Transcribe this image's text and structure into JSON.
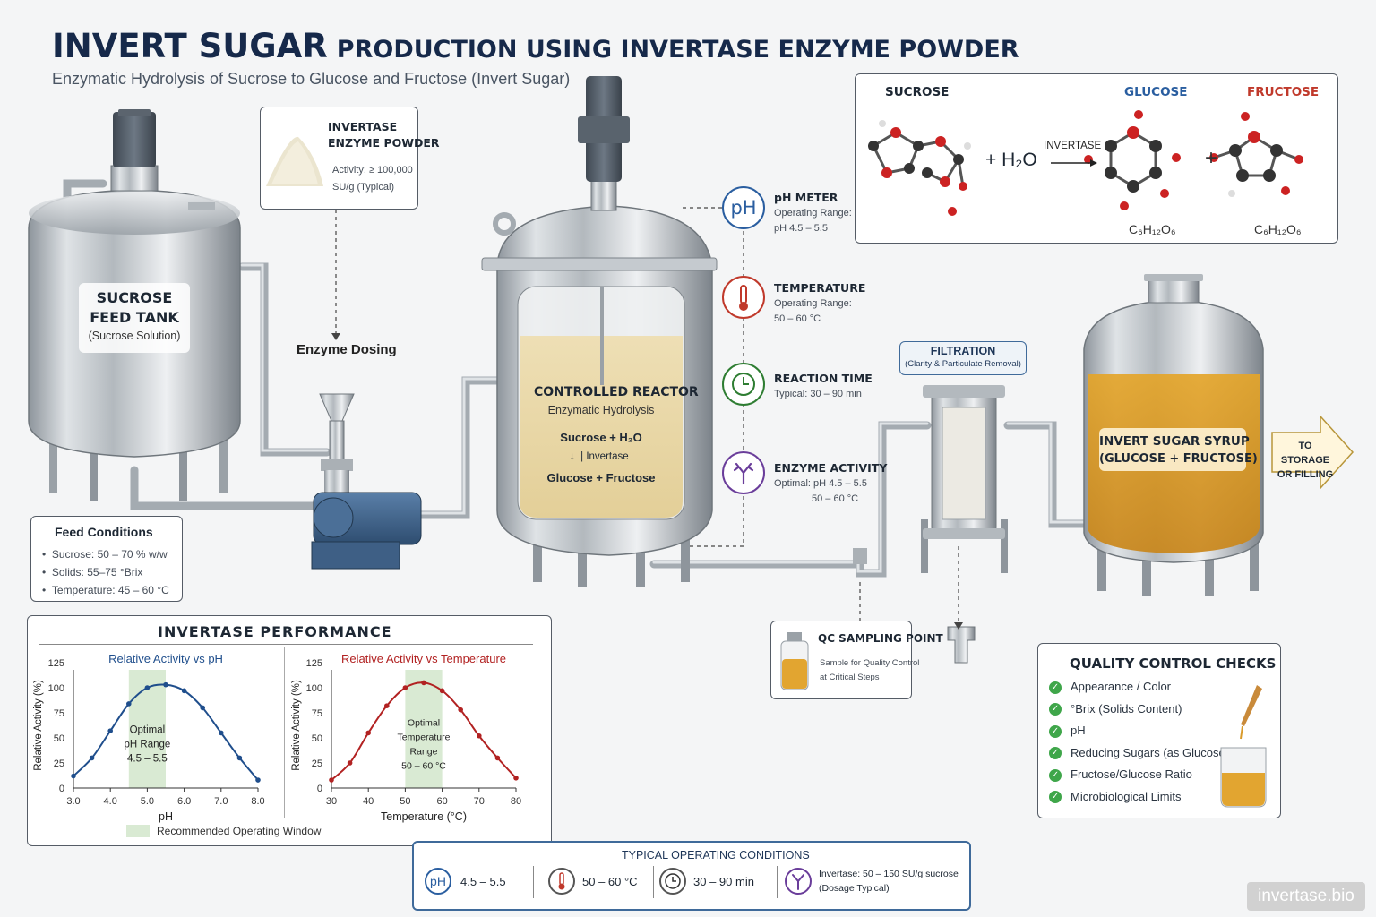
{
  "header": {
    "title_main": "INVERT SUGAR",
    "title_rest": "PRODUCTION USING INVERTASE ENZYME POWDER",
    "subtitle": "Enzymatic Hydrolysis of Sucrose to Glucose and Fructose (Invert Sugar)"
  },
  "feed_tank": {
    "title_line1": "SUCROSE",
    "title_line2": "FEED TANK",
    "sub": "(Sucrose Solution)"
  },
  "enzyme_box": {
    "title_line1": "INVERTASE",
    "title_line2": "ENZYME POWDER",
    "activity_line1": "Activity: ≥ 100,000",
    "activity_line2": "SU/g (Typical)"
  },
  "enzyme_dosing": "Enzyme Dosing",
  "feed_conditions": {
    "title": "Feed Conditions",
    "items": [
      "Sucrose: 50 – 70 % w/w",
      "Solids: 55–75 °Brix",
      "Temperature: 45 – 60 °C"
    ]
  },
  "reactor": {
    "title": "CONTROLLED REACTOR",
    "sub": "Enzymatic Hydrolysis",
    "reaction_left": "Sucrose + H₂O",
    "catalyst": "Invertase",
    "product": "Glucose + Fructose"
  },
  "monitors": [
    {
      "icon": "pH",
      "title": "pH METER",
      "line1": "Operating Range:",
      "line2": "pH 4.5 – 5.5",
      "color": "#2a5ea0"
    },
    {
      "icon": "",
      "title": "TEMPERATURE",
      "line1": "Operating Range:",
      "line2": "50 – 60 °C",
      "color": "#c0392b"
    },
    {
      "icon": "",
      "title": "REACTION TIME",
      "line1": "Typical: 30 – 90 min",
      "line2": "",
      "color": "#2e7d32"
    },
    {
      "icon": "",
      "title": "ENZYME ACTIVITY",
      "line1": "Optimal: pH 4.5 – 5.5",
      "line2": "50 – 60 °C",
      "color": "#6a3d9a"
    }
  ],
  "equation": {
    "sucrose": "SUCROSE",
    "glucose": "GLUCOSE",
    "fructose": "FRUCTOSE",
    "plus1": "+ H₂O",
    "enzyme": "INVERTASE",
    "plus2": "+",
    "glucose_formula": "C₆H₁₂O₆",
    "fructose_formula": "C₆H₁₂O₆",
    "glucose_color": "#2a5ea0",
    "fructose_color": "#c0392b"
  },
  "filtration": {
    "title": "FILTRATION",
    "sub": "(Clarity & Particulate Removal)"
  },
  "syrup": {
    "line1": "INVERT SUGAR SYRUP",
    "line2": "(GLUCOSE + FRUCTOSE)"
  },
  "storage_arrow": {
    "line1": "TO STORAGE",
    "line2": "OR FILLING"
  },
  "qc_point": {
    "title": "QC SAMPLING POINT",
    "line1": "Sample for Quality Control",
    "line2": "at Critical Steps"
  },
  "qc_checks": {
    "title": "QUALITY CONTROL CHECKS",
    "items": [
      "Appearance / Color",
      "°Brix (Solids Content)",
      "pH",
      "Reducing Sugars (as Glucose)",
      "Fructose/Glucose Ratio",
      "Microbiological Limits"
    ]
  },
  "performance": {
    "title": "INVERTASE  PERFORMANCE",
    "legend": "Recommended Operating Window",
    "window_color": "#d9ead3"
  },
  "chart_data": [
    {
      "type": "line",
      "title": "Relative Activity vs pH",
      "xlabel": "pH",
      "ylabel": "Relative Activity (%)",
      "xlim": [
        3.0,
        8.0
      ],
      "ylim": [
        0,
        125
      ],
      "x_ticks": [
        "3.0",
        "4.0",
        "5.0",
        "6.0",
        "7.0",
        "8.0"
      ],
      "y_ticks": [
        "0",
        "25",
        "50",
        "75",
        "100",
        "125"
      ],
      "window": [
        4.5,
        5.5
      ],
      "annotation": [
        "Optimal",
        "pH Range",
        "4.5 – 5.5"
      ],
      "color": "#1f4e8c",
      "x": [
        3.0,
        3.5,
        4.0,
        4.5,
        5.0,
        5.5,
        6.0,
        6.5,
        7.0,
        7.5,
        8.0
      ],
      "y": [
        12,
        30,
        57,
        84,
        100,
        103,
        97,
        80,
        55,
        30,
        8
      ]
    },
    {
      "type": "line",
      "title": "Relative Activity vs Temperature",
      "xlabel": "Temperature (°C)",
      "ylabel": "Relative Activity (%)",
      "xlim": [
        30,
        80
      ],
      "ylim": [
        0,
        125
      ],
      "x_ticks": [
        "30",
        "40",
        "50",
        "60",
        "70",
        "80"
      ],
      "y_ticks": [
        "0",
        "25",
        "50",
        "75",
        "100",
        "125"
      ],
      "window": [
        50,
        60
      ],
      "annotation": [
        "Optimal",
        "Temperature",
        "Range",
        "50 – 60 °C"
      ],
      "color": "#b22222",
      "x": [
        30,
        35,
        40,
        45,
        50,
        55,
        60,
        65,
        70,
        75,
        80
      ],
      "y": [
        8,
        25,
        55,
        82,
        100,
        105,
        97,
        78,
        52,
        30,
        10
      ]
    }
  ],
  "operating_conditions": {
    "title": "TYPICAL OPERATING CONDITIONS",
    "ph": "4.5 – 5.5",
    "temp": "50 – 60 °C",
    "time": "30 – 90 min",
    "dose_line1": "Invertase: 50 – 150 SU/g sucrose",
    "dose_line2": "(Dosage Typical)"
  },
  "watermark": "invertase.bio"
}
